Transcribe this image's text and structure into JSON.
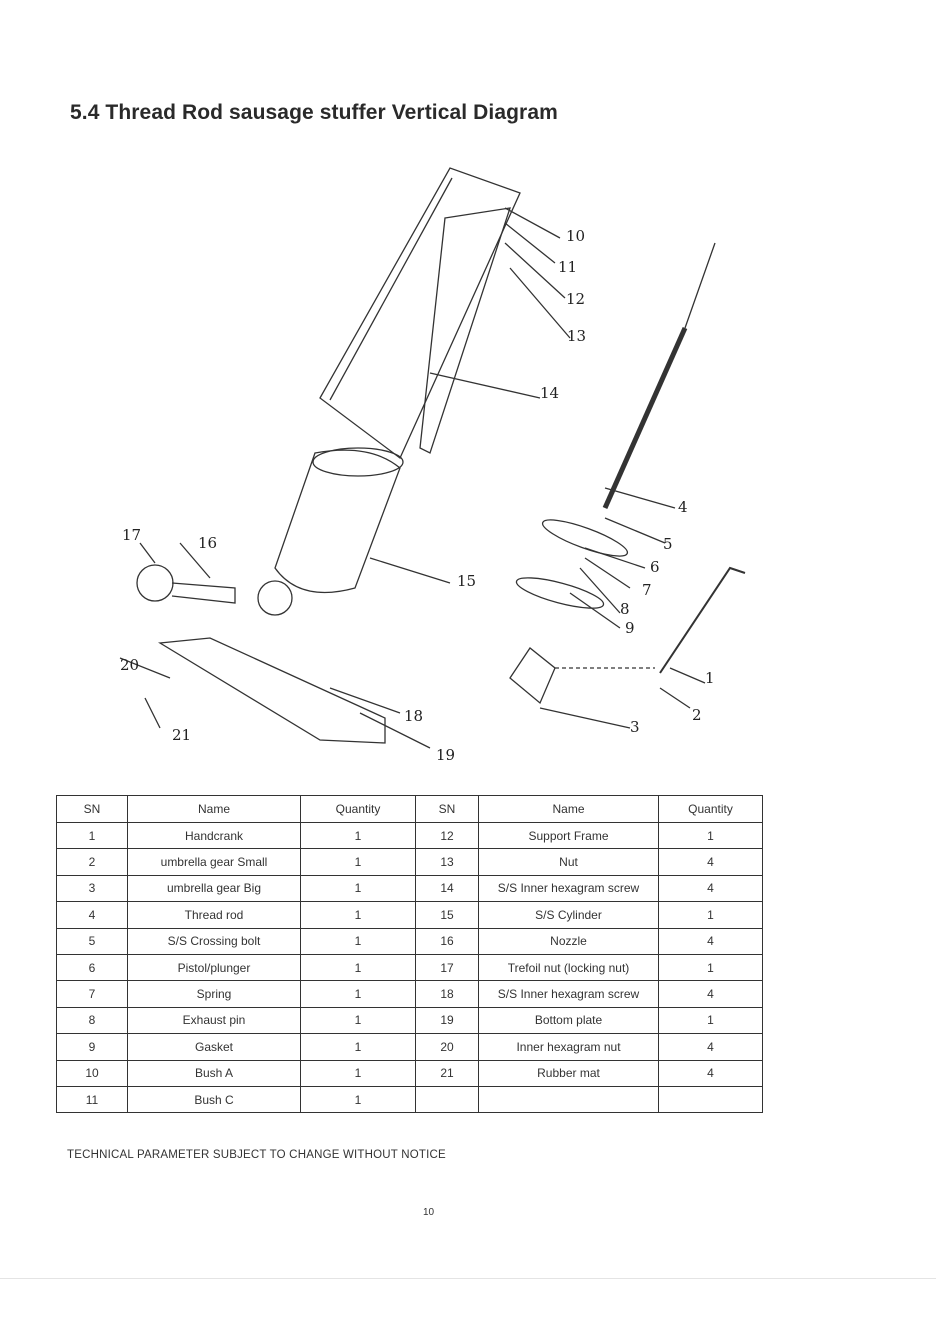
{
  "title": "5.4 Thread Rod sausage stuffer Vertical Diagram",
  "diagram_callouts": [
    "10",
    "11",
    "12",
    "13",
    "14",
    "4",
    "5",
    "6",
    "7",
    "8",
    "9",
    "17",
    "16",
    "15",
    "20",
    "21",
    "18",
    "19",
    "1",
    "2",
    "3"
  ],
  "table": {
    "headers": [
      "SN",
      "Name",
      "Quantity",
      "SN",
      "Name",
      "Quantity"
    ],
    "rows": [
      [
        "1",
        "Handcrank",
        "1",
        "12",
        "Support Frame",
        "1"
      ],
      [
        "2",
        "umbrella gear Small",
        "1",
        "13",
        "Nut",
        "4"
      ],
      [
        "3",
        "umbrella gear Big",
        "1",
        "14",
        "S/S Inner hexagram screw",
        "4"
      ],
      [
        "4",
        "Thread rod",
        "1",
        "15",
        "S/S Cylinder",
        "1"
      ],
      [
        "5",
        "S/S Crossing bolt",
        "1",
        "16",
        "Nozzle",
        "4"
      ],
      [
        "6",
        "Pistol/plunger",
        "1",
        "17",
        "Trefoil nut (locking nut)",
        "1"
      ],
      [
        "7",
        "Spring",
        "1",
        "18",
        "S/S Inner hexagram screw",
        "4"
      ],
      [
        "8",
        "Exhaust pin",
        "1",
        "19",
        "Bottom plate",
        "1"
      ],
      [
        "9",
        "Gasket",
        "1",
        "20",
        "Inner hexagram nut",
        "4"
      ],
      [
        "10",
        "Bush A",
        "1",
        "21",
        "Rubber mat",
        "4"
      ],
      [
        "11",
        "Bush C",
        "1",
        "",
        "",
        ""
      ]
    ]
  },
  "notice": "TECHNICAL PARAMETER SUBJECT TO CHANGE WITHOUT NOTICE",
  "page_number": "10"
}
